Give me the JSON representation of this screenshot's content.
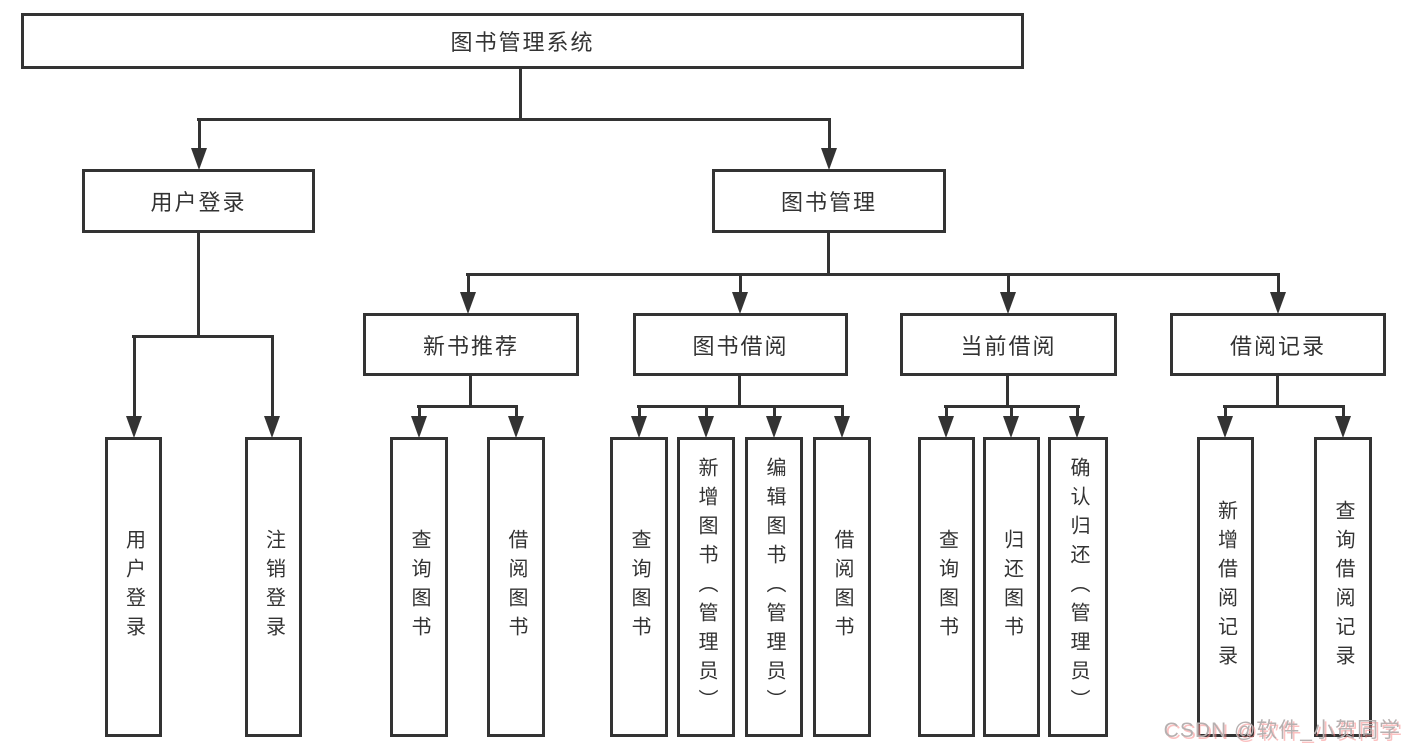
{
  "diagram": {
    "root": {
      "label": "图书管理系统"
    },
    "branches": {
      "user_login": {
        "label": "用户登录",
        "children": [
          {
            "label": "用户登录"
          },
          {
            "label": "注销登录"
          }
        ]
      },
      "book_mgmt": {
        "label": "图书管理",
        "children": [
          {
            "label": "新书推荐",
            "children": [
              {
                "label": "查询图书"
              },
              {
                "label": "借阅图书"
              }
            ]
          },
          {
            "label": "图书借阅",
            "children": [
              {
                "label": "查询图书"
              },
              {
                "label": "新增图书（管理员）"
              },
              {
                "label": "编辑图书（管理员）"
              },
              {
                "label": "借阅图书"
              }
            ]
          },
          {
            "label": "当前借阅",
            "children": [
              {
                "label": "查询图书"
              },
              {
                "label": "归还图书"
              },
              {
                "label": "确认归还（管理员）"
              }
            ]
          },
          {
            "label": "借阅记录",
            "children": [
              {
                "label": "新增借阅记录"
              },
              {
                "label": "查询借阅记录"
              }
            ]
          }
        ]
      }
    }
  },
  "watermark": {
    "text": "CSDN @软件_小贺同学"
  },
  "colors": {
    "line": "#333333",
    "text": "#333333",
    "box_background": "#ffffff",
    "watermark_gray": "#b6b0b0",
    "watermark_red": "#f88c8c"
  }
}
